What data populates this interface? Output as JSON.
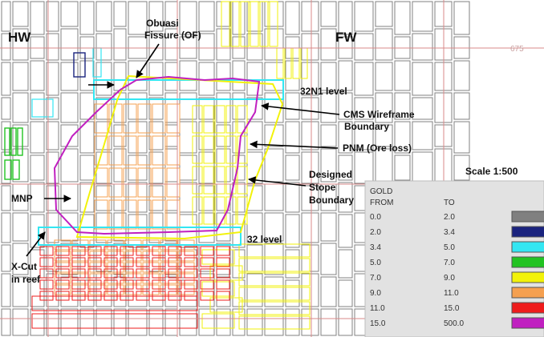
{
  "sides": {
    "hw": "HW",
    "fw": "FW"
  },
  "labels": {
    "obuasi_line1": "Obuasi",
    "obuasi_line2": "Fissure (OF)",
    "level_32n1": "32N1 level",
    "cms_line1": "CMS Wireframe",
    "cms_line2": "Boundary",
    "pnm": "PNM (Ore loss)",
    "designed_line1": "Designed",
    "designed_line2": "Stope",
    "designed_line3": "Boundary",
    "mnp": "MNP",
    "level_32": "32 level",
    "xcut_line1": "X-Cut",
    "xcut_line2": "in reef",
    "scale": "Scale 1:500",
    "elev_675": "675"
  },
  "legend": {
    "title": "GOLD",
    "from_header": "FROM",
    "to_header": "TO",
    "rows": [
      {
        "from": "0.0",
        "to": "2.0",
        "color": "#808080"
      },
      {
        "from": "2.0",
        "to": "3.4",
        "color": "#1a237e"
      },
      {
        "from": "3.4",
        "to": "5.0",
        "color": "#33e6f2"
      },
      {
        "from": "5.0",
        "to": "7.0",
        "color": "#22c322"
      },
      {
        "from": "7.0",
        "to": "9.0",
        "color": "#f2f20a"
      },
      {
        "from": "9.0",
        "to": "11.0",
        "color": "#f5a050"
      },
      {
        "from": "11.0",
        "to": "15.0",
        "color": "#ee1c1c"
      },
      {
        "from": "15.0",
        "to": "500.0",
        "color": "#c020c0"
      }
    ]
  },
  "colors": {
    "grey_block": "#808080",
    "pnm_outline": "#c020c0",
    "stope_outline": "#f2f20a",
    "level_box": "#33e6f2",
    "grid_red": "#d88a8a"
  }
}
